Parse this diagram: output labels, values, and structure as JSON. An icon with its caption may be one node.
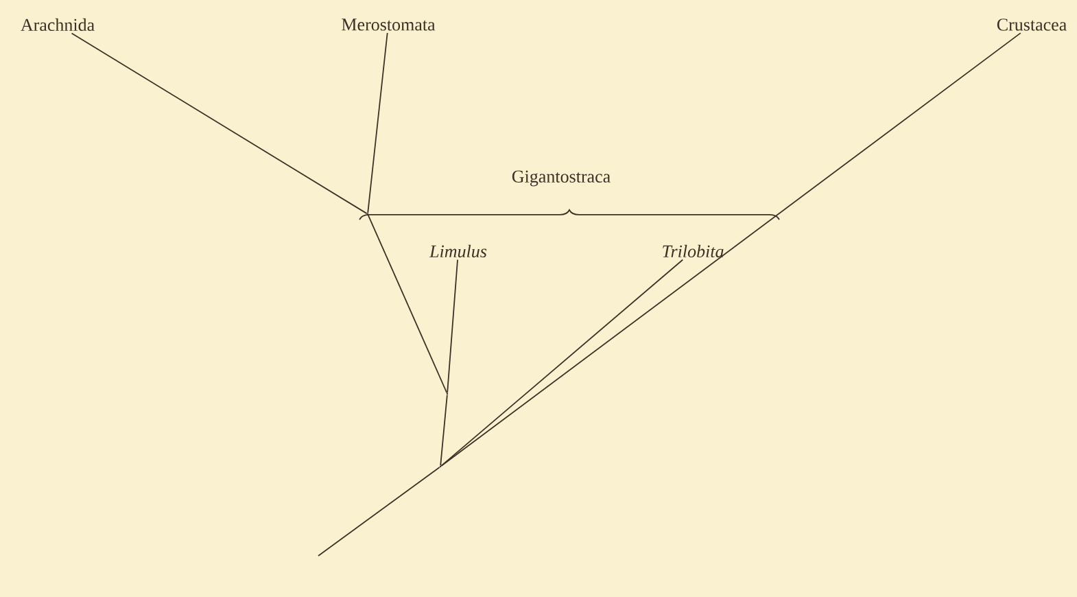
{
  "diagram": {
    "nodes": [
      {
        "text": [
          "Arachnida"
        ]
      },
      {
        "text": [
          "Merostomata"
        ]
      },
      {
        "text": [
          "Crustacea"
        ]
      },
      {
        "text": [
          "*Limulus*"
        ]
      },
      {
        "text": [
          "*Trilobita*"
        ]
      },
      {
        "text": [],
        "shape": "point"
      },
      {
        "text": [],
        "shape": "point"
      },
      {
        "text": [],
        "shape": "point"
      }
    ],
    "edges": [
      {
        "from": null,
        "to": 7,
        "arrow": "none"
      },
      {
        "from": 7,
        "to": 2,
        "arrow": "none"
      },
      {
        "from": 7,
        "to": 4,
        "arrow": "none"
      },
      {
        "from": 7,
        "to": 6,
        "arrow": "none"
      },
      {
        "from": 6,
        "to": 3,
        "arrow": "none"
      },
      {
        "from": 6,
        "to": 5,
        "arrow": "none"
      },
      {
        "from": 5,
        "to": 1,
        "arrow": "none"
      },
      {
        "from": 5,
        "to": 0,
        "arrow": "none"
      }
    ],
    "labels": [
      "Gigantostraca"
    ]
  }
}
